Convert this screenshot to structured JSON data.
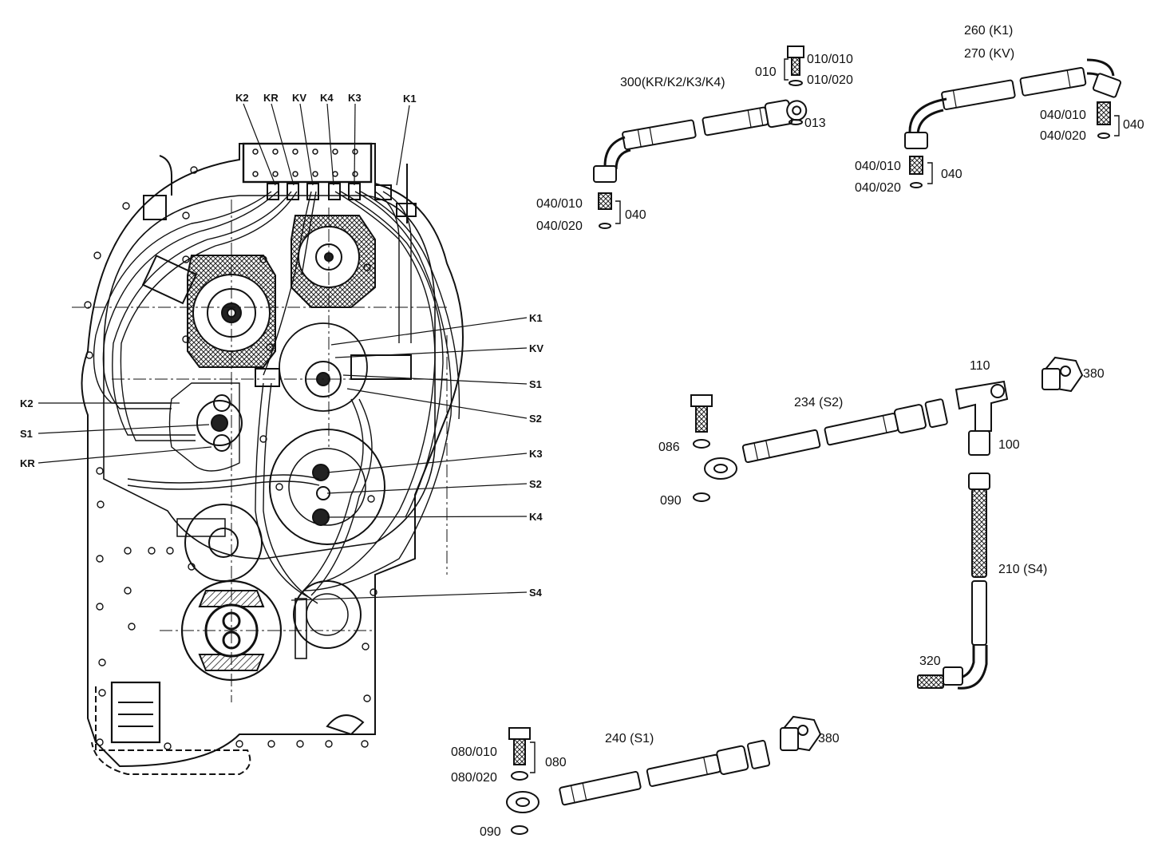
{
  "diagram": {
    "housing_labels_top": [
      "K2",
      "KR",
      "KV",
      "K4",
      "K3",
      "K1"
    ],
    "housing_labels_left": [
      "K2",
      "S1",
      "KR"
    ],
    "housing_labels_right": [
      "K1",
      "KV",
      "S1",
      "S2",
      "K3",
      "S2",
      "K4",
      "S4"
    ],
    "part_labels": {
      "p260": "260 (K1)",
      "p270": "270 (KV)",
      "p300": "300(KR/K2/K3/K4)",
      "p010": "010",
      "p010_010": "010/010",
      "p010_020": "010/020",
      "p013": "013",
      "p040_010_a": "040/010",
      "p040_020_a": "040/020",
      "p040_a": "040",
      "p040_010_b": "040/010",
      "p040_020_b": "040/020",
      "p040_b": "040",
      "p040_010_c": "040/010",
      "p040_020_c": "040/020",
      "p040_c": "040",
      "p110": "110",
      "p380_a": "380",
      "p234": "234 (S2)",
      "p100": "100",
      "p086": "086",
      "p090_a": "090",
      "p210": "210 (S4)",
      "p320": "320",
      "p240": "240 (S1)",
      "p380_b": "380",
      "p080_010": "080/010",
      "p080": "080",
      "p080_020": "080/020",
      "p090_b": "090"
    }
  }
}
